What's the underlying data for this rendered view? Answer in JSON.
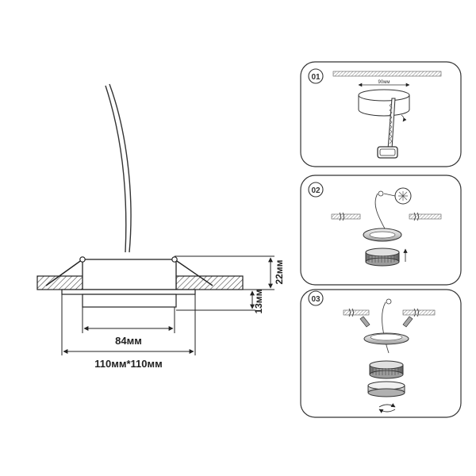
{
  "main_drawing": {
    "dim_width_inner": "84мм",
    "dim_width_outer": "110мм*110мм",
    "dim_height_top": "22мм",
    "dim_height_bottom": "13мм"
  },
  "steps": [
    {
      "number": "01",
      "annotation": "90мм"
    },
    {
      "number": "02"
    },
    {
      "number": "03"
    }
  ]
}
